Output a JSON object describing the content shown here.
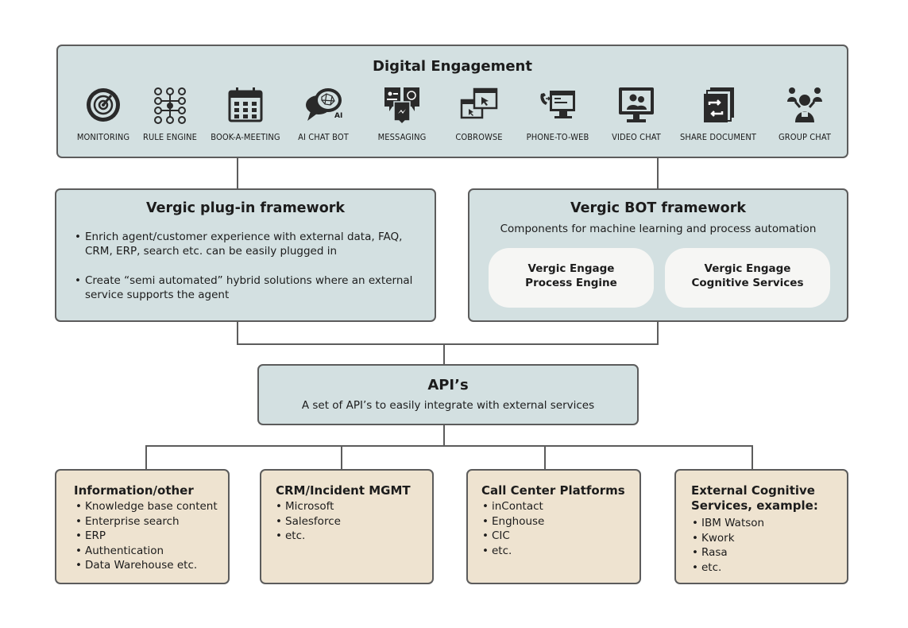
{
  "digital_engagement": {
    "title": "Digital Engagement",
    "channels": [
      {
        "label": "MONITORING",
        "icon": "radar-icon"
      },
      {
        "label": "RULE ENGINE",
        "icon": "rule-network-icon"
      },
      {
        "label": "BOOK-A-MEETING",
        "icon": "calendar-icon"
      },
      {
        "label": "AI CHAT BOT",
        "icon": "ai-chat-bubble-icon",
        "badge": "AI"
      },
      {
        "label": "MESSAGING",
        "icon": "messaging-icon"
      },
      {
        "label": "COBROWSE",
        "icon": "cobrowse-screens-icon"
      },
      {
        "label": "PHONE-TO-WEB",
        "icon": "phone-to-web-icon"
      },
      {
        "label": "VIDEO CHAT",
        "icon": "video-chat-monitor-icon"
      },
      {
        "label": "SHARE DOCUMENT",
        "icon": "share-document-icon"
      },
      {
        "label": "GROUP CHAT",
        "icon": "group-chat-icon"
      }
    ]
  },
  "plugin_framework": {
    "title": "Vergic plug-in framework",
    "bullets": [
      "Enrich agent/customer experience with external data, FAQ, CRM, ERP, search etc. can be easily plugged in",
      "Create “semi automated” hybrid solutions where an external service supports the agent"
    ]
  },
  "bot_framework": {
    "title": "Vergic BOT framework",
    "subtitle": "Components for machine learning and process automation",
    "components": [
      {
        "line1": "Vergic Engage",
        "line2": "Process Engine"
      },
      {
        "line1": "Vergic Engage",
        "line2": "Cognitive Services"
      }
    ]
  },
  "api": {
    "title": "API’s",
    "subtitle": "A set of API’s to easily integrate with external services"
  },
  "integrations": [
    {
      "title_lines": [
        "Information/other"
      ],
      "items": [
        "Knowledge base content",
        "Enterprise search",
        "ERP",
        "Authentication",
        "Data Warehouse etc."
      ]
    },
    {
      "title_lines": [
        "CRM/Incident MGMT"
      ],
      "items": [
        "Microsoft",
        "Salesforce",
        "etc."
      ]
    },
    {
      "title_lines": [
        "Call Center Platforms"
      ],
      "items": [
        "inContact",
        "Enghouse",
        "CIC",
        "etc."
      ]
    },
    {
      "title_lines": [
        "External Cognitive",
        "Services, example:"
      ],
      "items": [
        "IBM Watson",
        "Kwork",
        "Rasa",
        "etc."
      ]
    }
  ],
  "colors": {
    "panel_blue": "#d3e0e1",
    "panel_tan": "#eee3d0",
    "border": "#5c5c5c",
    "pill": "#f6f6f4",
    "icon": "#2a2a2a"
  }
}
